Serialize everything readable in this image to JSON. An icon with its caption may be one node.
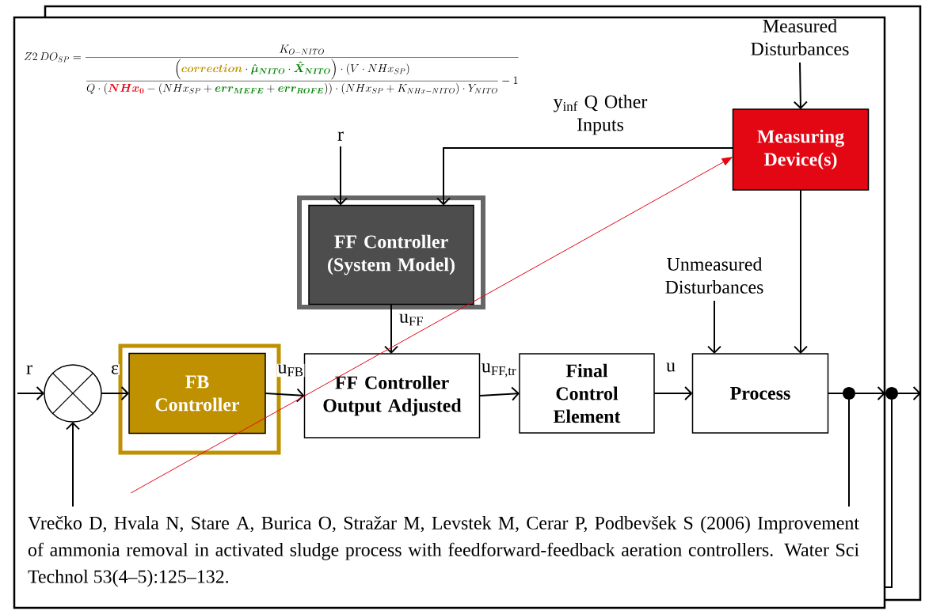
{
  "diagram": {
    "nodes": [
      {
        "text": [
          "Measured Disturbances"
        ]
      },
      {
        "text": [
          "r"
        ]
      },
      {
        "text": [
          "FF Controller (System Model)"
        ]
      },
      {
        "text": [
          "Measuring Device(s)"
        ]
      },
      {
        "text": [
          "Unmeasured Disturbances"
        ]
      },
      {
        "text": [],
        "shape": "circle"
      },
      {
        "text": [
          "FB Controller"
        ]
      },
      {
        "text": [
          "FF Controller Output Adjusted"
        ]
      },
      {
        "text": [
          "Final Control Element"
        ]
      },
      {
        "text": [
          "Process"
        ]
      },
      {
        "text": [],
        "shape": "circle"
      },
      {
        "text": [],
        "shape": "circle"
      }
    ],
    "edges": [
      {
        "from": 0,
        "to": 3,
        "arrow": "to"
      },
      {
        "from": 1,
        "to": 2,
        "arrow": "to"
      },
      {
        "from": 3,
        "to": 2,
        "arrow": "to",
        "label": "y$_{inf}$ Q Other Inputs"
      },
      {
        "from": 3,
        "to": 9,
        "arrow": "to"
      },
      {
        "from": 4,
        "to": 9,
        "arrow": "to"
      },
      {
        "from": 2,
        "to": 7,
        "arrow": "to",
        "label": "u$_{FF}$"
      },
      {
        "from": null,
        "to": 5,
        "arrow": "to",
        "label": "r"
      },
      {
        "from": 5,
        "to": 6,
        "arrow": "to",
        "label": "ε"
      },
      {
        "from": 6,
        "to": 7,
        "arrow": "to",
        "label": "u$_{FB}$"
      },
      {
        "from": 7,
        "to": 8,
        "arrow": "to",
        "label": "u$_{FF,tr}$"
      },
      {
        "from": 8,
        "to": 9,
        "arrow": "to",
        "label": "u"
      },
      {
        "from": 9,
        "to": 10,
        "arrow": "none"
      },
      {
        "from": 10,
        "to": 11,
        "arrow": "to"
      },
      {
        "from": 11,
        "to": null,
        "arrow": "to"
      },
      {
        "from": null,
        "to": 5,
        "arrow": "to"
      },
      {
        "from": 10,
        "to": null,
        "arrow": "none"
      },
      {
        "from": 11,
        "to": null,
        "arrow": "none"
      },
      {
        "from": null,
        "to": 3,
        "arrow": "to",
        "color": "#e30613"
      }
    ],
    "labels": [
      "Z2\\,DO_{SP} = \\dfrac{K_{O-NITO}}{\\dfrac{\\left({\\color[HTML]{BF9000}\\boldsymbol{correction}}\\cdot{\\color[HTML]{008000}\\boldsymbol{\\hat{\\mu}_{NITO}}}\\cdot{\\color[HTML]{008000}\\boldsymbol{\\hat{X}_{NITO}}}\\right)\\cdot(V\\cdot NHx_{SP})}{Q\\cdot({\\color[HTML]{E30613}\\boldsymbol{NHx_0}}-(NHx_{SP}+{\\color[HTML]{008000}\\boldsymbol{err_{MEFE}}}+{\\color[HTML]{008000}\\boldsymbol{err_{ROFE}}}))\\cdot(NHx_{SP}+K_{NHx-NITO})\\cdot Y_{NITO}}-1}",
      "Vrečko D, Hvala N, Stare A, Burica O, Stražar M, Levstek M, Cerar P, Podbevšek S (2006) Improvement of ammonia removal in activated sludge process with feedforward-feedback aeration controllers. Water Sci Technol 53(4–5):125–132."
    ]
  }
}
